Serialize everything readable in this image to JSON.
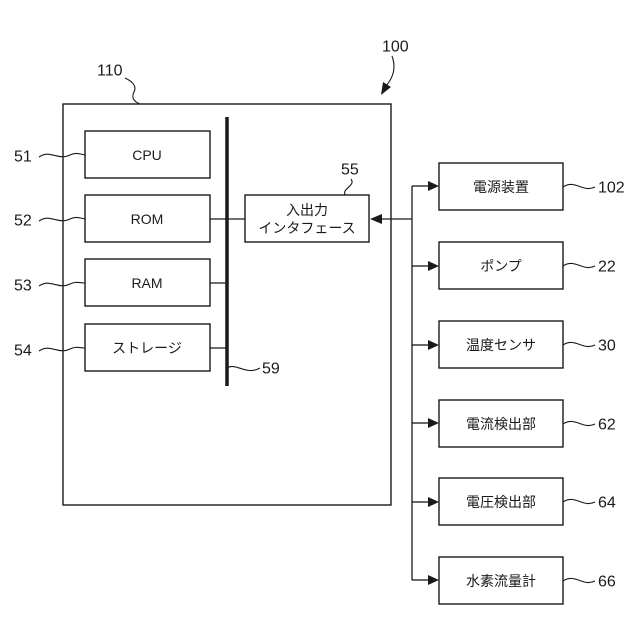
{
  "refs": {
    "system": "100",
    "controller": "110",
    "cpu": "51",
    "rom": "52",
    "ram": "53",
    "storage": "54",
    "bus": "59",
    "io": "55",
    "power_supply": "102",
    "pump": "22",
    "temp_sensor": "30",
    "current_detector": "62",
    "voltage_detector": "64",
    "hydrogen_flowmeter": "66"
  },
  "labels": {
    "cpu": "CPU",
    "rom": "ROM",
    "ram": "RAM",
    "storage": "ストレージ",
    "io_line1": "入出力",
    "io_line2": "インタフェース",
    "power_supply": "電源装置",
    "pump": "ポンプ",
    "temp_sensor": "温度センサ",
    "current_detector": "電流検出部",
    "voltage_detector": "電圧検出部",
    "hydrogen_flowmeter": "水素流量計"
  }
}
